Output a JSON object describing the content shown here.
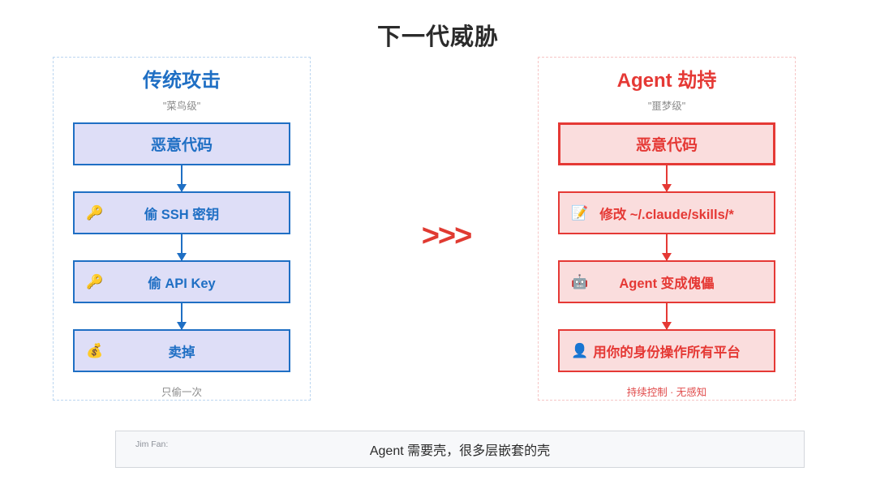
{
  "title": "下一代威胁",
  "comparator": ">>>",
  "colors": {
    "blue_accent": "#1f6fc4",
    "blue_fill": "#dedef7",
    "blue_dashed": "#bcd6f0",
    "red_accent": "#e53935",
    "red_fill": "#fadddd",
    "red_dashed": "#f6c6c6",
    "muted_text": "#8b8b8b",
    "title_text": "#2b2b2b"
  },
  "left_panel": {
    "title": "传统攻击",
    "subtitle": "\"菜鸟级\"",
    "footer": "只偷一次",
    "steps": [
      {
        "icon": "",
        "icon_name": "none",
        "label": "恶意代码"
      },
      {
        "icon": "🔑",
        "icon_name": "key-icon",
        "label": "偷 SSH 密钥"
      },
      {
        "icon": "🔑",
        "icon_name": "key-icon",
        "label": "偷 API Key"
      },
      {
        "icon": "💰",
        "icon_name": "money-bag-icon",
        "label": "卖掉"
      }
    ]
  },
  "right_panel": {
    "title": "Agent 劫持",
    "subtitle": "\"噩梦级\"",
    "footer": "持续控制 · 无感知",
    "steps": [
      {
        "icon": "",
        "icon_name": "none",
        "label": "恶意代码"
      },
      {
        "icon": "📝",
        "icon_name": "memo-icon",
        "label": "修改 ~/.claude/skills/*"
      },
      {
        "icon": "🤖",
        "icon_name": "robot-icon",
        "label": "Agent 变成傀儡"
      },
      {
        "icon": "👤",
        "icon_name": "person-icon",
        "label": "用你的身份操作所有平台"
      }
    ]
  },
  "quote_bar": {
    "author": "Jim Fan:",
    "text": "Agent 需要壳，很多层嵌套的壳"
  }
}
